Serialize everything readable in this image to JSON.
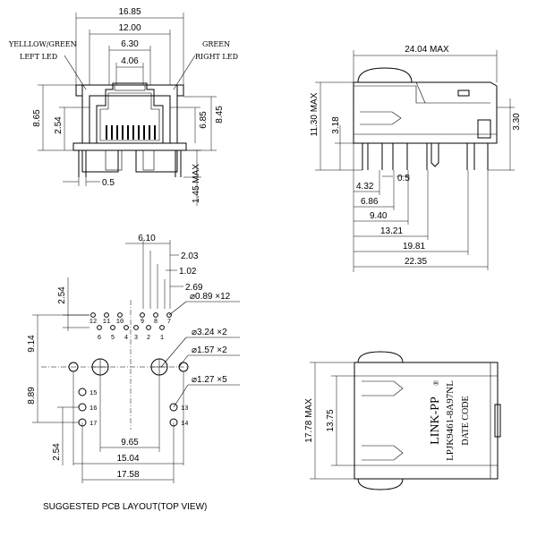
{
  "front_view": {
    "width_overall": "16.85",
    "width_inner": "12.00",
    "width_opening": "6.30",
    "width_key": "4.06",
    "led_left_label_1": "YELLLOW/GREEN",
    "led_left_label_2": "LEFT LED",
    "led_right_label_1": "GREEN",
    "led_right_label_2": "RIGHT LED",
    "height_total": "8.65",
    "height_lower": "2.54",
    "height_opening": "6.85",
    "height_right": "8.45",
    "pin_width": "0.5",
    "pin_height": "1.45 MAX"
  },
  "side_view": {
    "length_max": "24.04 MAX",
    "height_max": "11.30 MAX",
    "left_height": "3.18",
    "right_height": "3.30",
    "pin_width": "0.5",
    "dimensions": [
      "4.32",
      "6.86",
      "9.40",
      "13.21",
      "19.81",
      "22.35"
    ]
  },
  "pcb_layout": {
    "dim_top": "6.10",
    "dim_a": "2.03",
    "dim_b": "1.02",
    "dim_c": "2.69",
    "row_pitch": "2.54",
    "holes_small": "⌀0.89  ×12",
    "holes_post": "⌀3.24  ×2",
    "holes_mid": "⌀1.57  ×2",
    "holes_shield": "⌀1.27  ×5",
    "height_main": "9.14",
    "height_lower": "8.89",
    "height_bottom": "2.54",
    "width_a": "9.65",
    "width_b": "15.04",
    "width_c": "17.58",
    "pins_top_row": [
      "12",
      "11",
      "10",
      "9",
      "8",
      "7"
    ],
    "pins_bottom_row": [
      "6",
      "5",
      "4",
      "3",
      "2",
      "1"
    ],
    "pins_left_shield": [
      "15",
      "16",
      "17"
    ],
    "pins_right_shield": [
      "13",
      "14"
    ],
    "caption": "SUGGESTED PCB LAYOUT(TOP VIEW)"
  },
  "top_view": {
    "width_max": "17.78 MAX",
    "width_inner": "13.75",
    "brand": "LINK-PP",
    "registered": "®",
    "part_number": "LPJK9461-8A97NL",
    "date_code": "DATE CODE"
  }
}
